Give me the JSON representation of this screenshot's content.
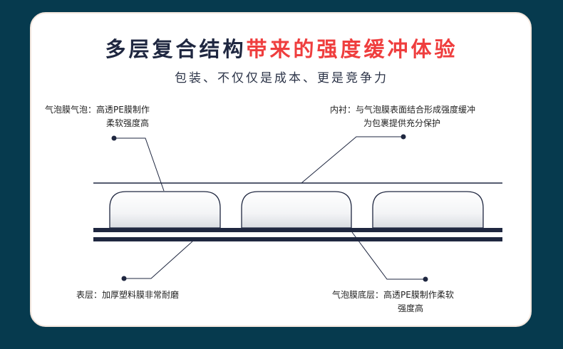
{
  "title": {
    "dark": "多层复合结构",
    "highlight": "带来的强度缓冲体验",
    "highlight_color": "#ef3e3e"
  },
  "subtitle": "包装、不仅仅是成本、更是竞争力",
  "labels": {
    "bubble": {
      "line1": "气泡膜气泡：高透PE膜制作",
      "line2": "柔软强度高"
    },
    "inner": {
      "line1": "内衬：与气泡膜表面结合形成强度缓冲",
      "line2": "为包裹提供充分保护"
    },
    "surface": {
      "line1": "表层：加厚塑料膜非常耐磨"
    },
    "bottom": {
      "line1": "气泡膜底层：高透PE膜制作柔软",
      "line2": "强度高"
    }
  },
  "colors": {
    "background": "#063a4e",
    "card": "#ffffff",
    "line": "#1f2740"
  }
}
